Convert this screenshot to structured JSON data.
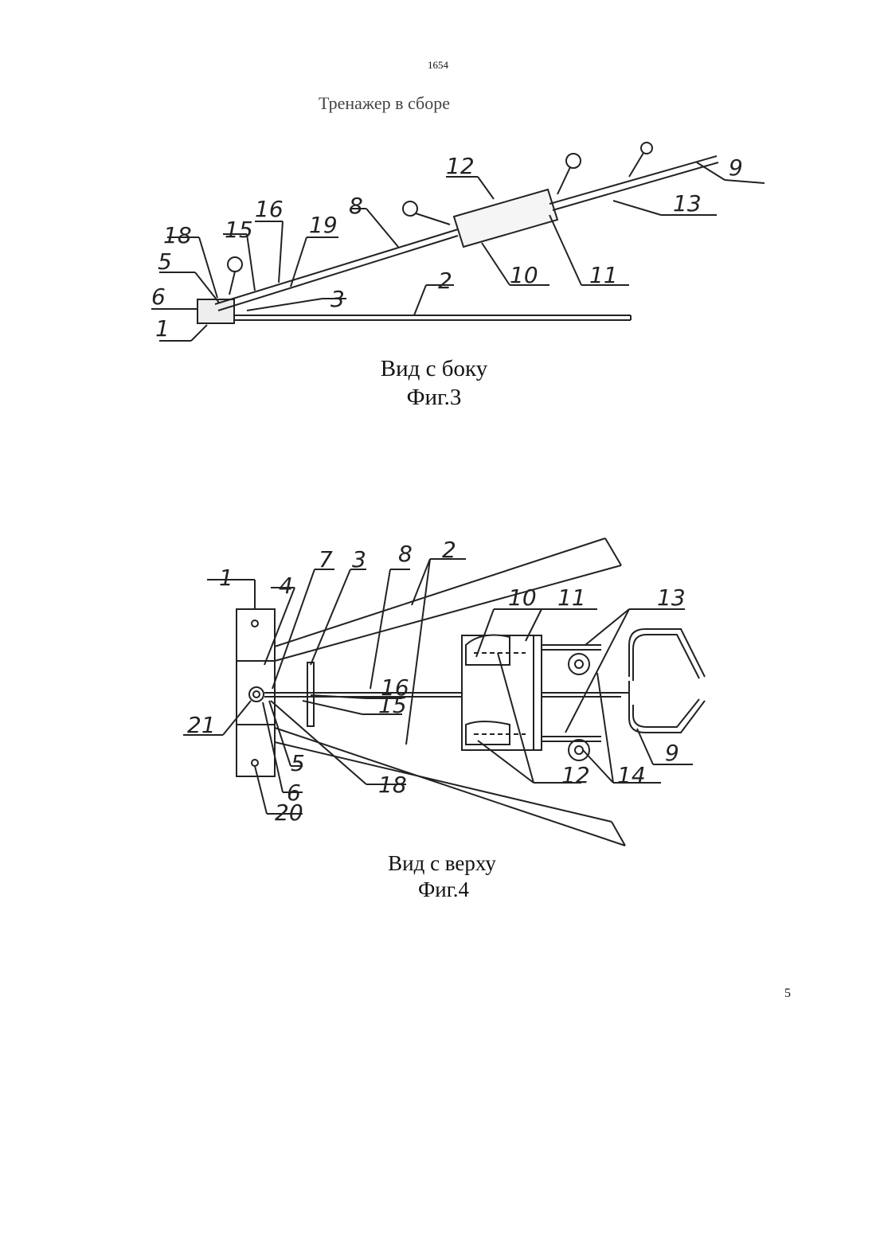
{
  "doc_number": "1654",
  "title": "Тренажер в сборе",
  "figure3": {
    "view": "Вид с боку",
    "caption": "Фиг.3",
    "labels": [
      "18",
      "15",
      "16",
      "19",
      "8",
      "12",
      "9",
      "13",
      "5",
      "6",
      "1",
      "3",
      "2",
      "10",
      "11"
    ]
  },
  "figure4": {
    "view": "Вид с верху",
    "caption": "Фиг.4",
    "labels": [
      "1",
      "4",
      "7",
      "3",
      "8",
      "2",
      "10",
      "11",
      "13",
      "21",
      "16",
      "15",
      "5",
      "6",
      "20",
      "18",
      "12",
      "14",
      "9"
    ]
  },
  "page_number": "5"
}
